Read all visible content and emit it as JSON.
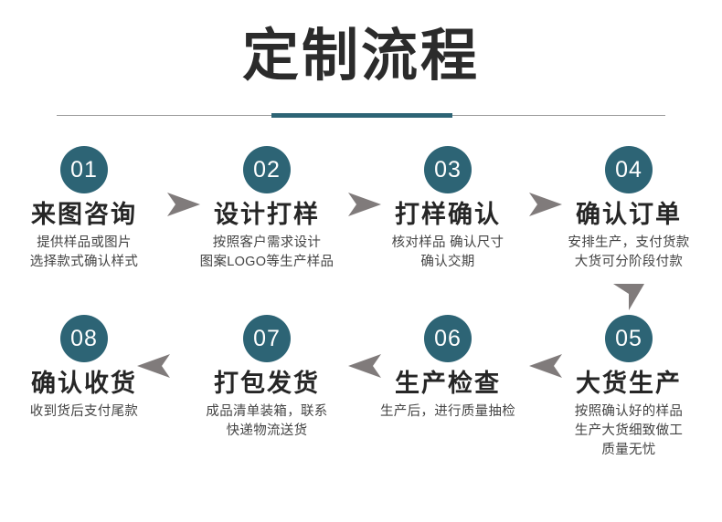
{
  "header": {
    "title": "定制流程",
    "accent_color": "#2d6475",
    "rule_color": "#9d9d9d"
  },
  "theme": {
    "badge_color": "#2d6475",
    "badge_text_color": "#ffffff",
    "arrow_color": "#807b7b",
    "title_color": "#262626",
    "desc_color": "#444444"
  },
  "steps": [
    {
      "number": "01",
      "title": "来图咨询",
      "desc": [
        "提供样品或图片",
        "选择款式确认样式"
      ]
    },
    {
      "number": "02",
      "title": "设计打样",
      "desc": [
        "按照客户需求设计",
        "图案LOGO等生产样品"
      ]
    },
    {
      "number": "03",
      "title": "打样确认",
      "desc": [
        "核对样品 确认尺寸",
        "确认交期"
      ]
    },
    {
      "number": "04",
      "title": "确认订单",
      "desc": [
        "安排生产，支付货款",
        "大货可分阶段付款"
      ]
    },
    {
      "number": "05",
      "title": "大货生产",
      "desc": [
        "按照确认好的样品",
        "生产大货细致做工",
        "质量无忧"
      ]
    },
    {
      "number": "06",
      "title": "生产检查",
      "desc": [
        "生产后，进行质量抽检"
      ]
    },
    {
      "number": "07",
      "title": "打包发货",
      "desc": [
        "成品清单装箱，联系",
        "快递物流送货"
      ]
    },
    {
      "number": "08",
      "title": "确认收货",
      "desc": [
        "收到货后支付尾款"
      ]
    }
  ],
  "arrows": [
    {
      "name": "arrow-right-01-to-02",
      "direction": "right"
    },
    {
      "name": "arrow-right-02-to-03",
      "direction": "right"
    },
    {
      "name": "arrow-right-03-to-04",
      "direction": "right"
    },
    {
      "name": "arrow-down-04-to-05",
      "direction": "down"
    },
    {
      "name": "arrow-left-05-to-06",
      "direction": "left"
    },
    {
      "name": "arrow-left-06-to-07",
      "direction": "left"
    },
    {
      "name": "arrow-left-07-to-08",
      "direction": "left"
    }
  ]
}
